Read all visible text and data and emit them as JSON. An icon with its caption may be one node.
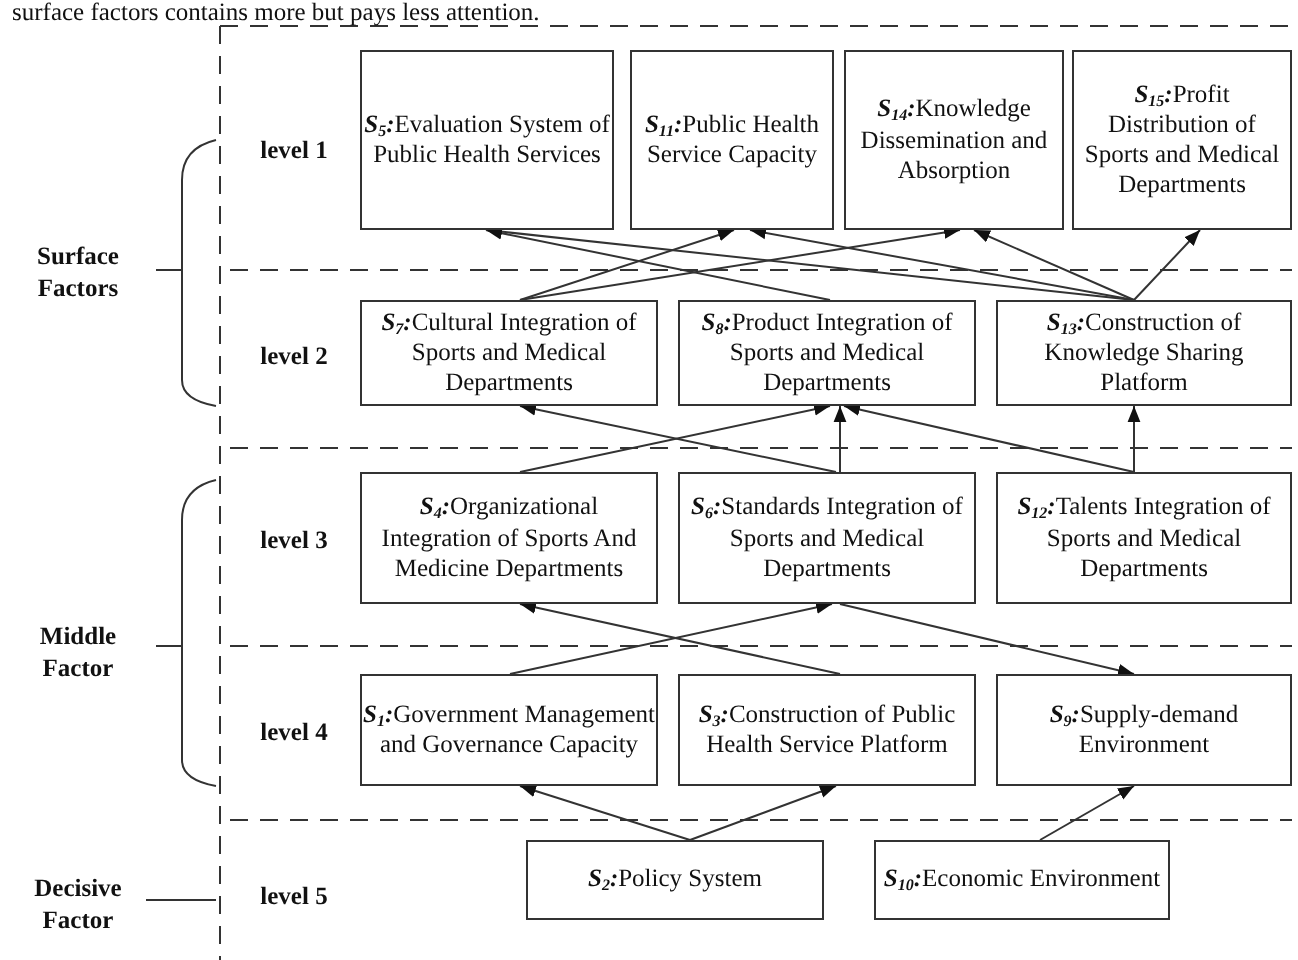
{
  "diagram": {
    "nodes": [
      {
        "text": [
          "**S**$_{5}$**:**Evaluation System of Public Health Services"
        ]
      },
      {
        "text": [
          "**S**$_{11}$**:**Public Health Service Capacity"
        ]
      },
      {
        "text": [
          "**S**$_{14}$**:**Knowledge Dissemination and Absorption"
        ]
      },
      {
        "text": [
          "**S**$_{15}$**:**Profit Distribution of Sports and Medical Departments"
        ]
      },
      {
        "text": [
          "**S**$_{7}$**:**Cultural Integration of Sports and Medical Departments"
        ]
      },
      {
        "text": [
          "**S**$_{8}$**:**Product Integration of Sports and Medical Departments"
        ]
      },
      {
        "text": [
          "**S**$_{13}$**:**Construction of Knowledge Sharing Platform"
        ]
      },
      {
        "text": [
          "**S**$_{4}$**:**Organizational Integration of Sports And Medicine Departments"
        ]
      },
      {
        "text": [
          "**S**$_{6}$**:**Standards Integration of Sports and Medical Departments"
        ]
      },
      {
        "text": [
          "**S**$_{12}$**:**Talents Integration of Sports and Medical Departments"
        ]
      },
      {
        "text": [
          "**S**$_{1}$**:**Government Management and Governance Capacity"
        ]
      },
      {
        "text": [
          "**S**$_{3}$**:**Construction of Public Health Service Platform"
        ]
      },
      {
        "text": [
          "**S**$_{9}$**:**Supply-demand Environment"
        ]
      },
      {
        "text": [
          "**S**$_{2}$**:**Policy System"
        ]
      },
      {
        "text": [
          "**S**$_{10}$**:**Economic Environment"
        ]
      }
    ],
    "edges": [
      {
        "from": 4,
        "to": 1,
        "arrow": "to"
      },
      {
        "from": 4,
        "to": 2,
        "arrow": "to"
      },
      {
        "from": 5,
        "to": 0,
        "arrow": "to"
      },
      {
        "from": 6,
        "to": 0,
        "arrow": "to"
      },
      {
        "from": 6,
        "to": 1,
        "arrow": "to"
      },
      {
        "from": 6,
        "to": 2,
        "arrow": "to"
      },
      {
        "from": 6,
        "to": 3,
        "arrow": "to"
      },
      {
        "from": 8,
        "to": 4,
        "arrow": "to"
      },
      {
        "from": 8,
        "to": 5,
        "arrow": "to"
      },
      {
        "from": 7,
        "to": 5,
        "arrow": "to"
      },
      {
        "from": 9,
        "to": 5,
        "arrow": "to"
      },
      {
        "from": 9,
        "to": 6,
        "arrow": "to"
      },
      {
        "from": 10,
        "to": 8,
        "arrow": "to"
      },
      {
        "from": 11,
        "to": 7,
        "arrow": "to"
      },
      {
        "from": 8,
        "to": 12,
        "arrow": "to"
      },
      {
        "from": 13,
        "to": 10,
        "arrow": "to"
      },
      {
        "from": 13,
        "to": 11,
        "arrow": "to"
      },
      {
        "from": 14,
        "to": 12,
        "arrow": "to"
      }
    ],
    "labels": [
      "surface factors contains more but pays less attention.",
      "level 1",
      "Surface Factors",
      "level 2",
      "level 3",
      "Middle Factor",
      "level 4",
      "Decisive Factor",
      "level 5"
    ]
  }
}
